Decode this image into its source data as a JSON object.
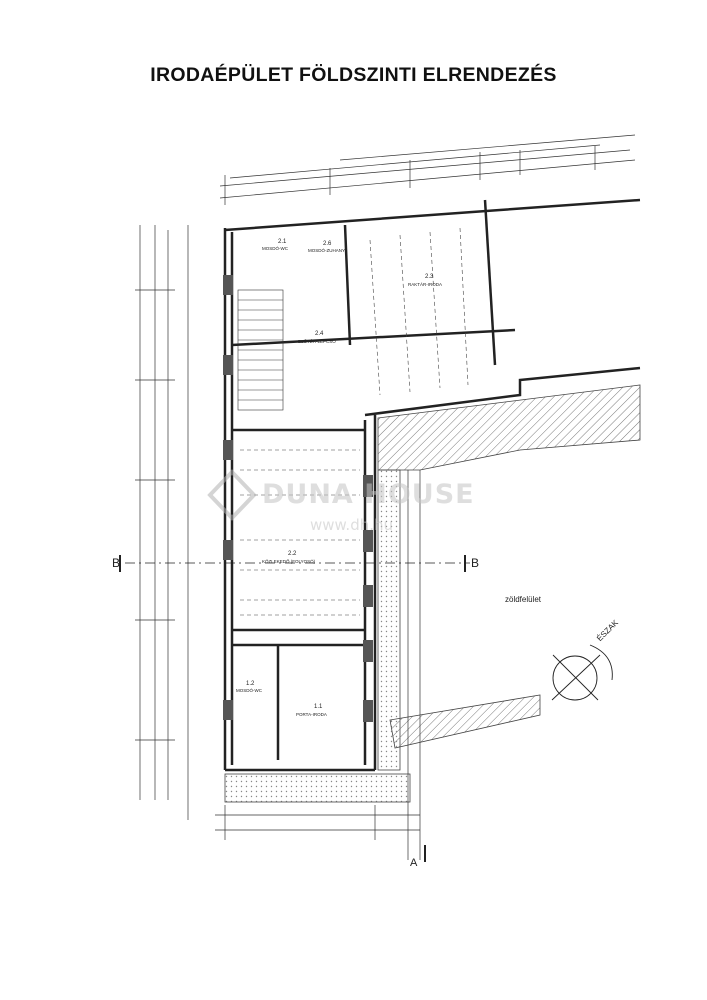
{
  "title": "IRODAÉPÜLET FÖLDSZINTI ELRENDEZÉS",
  "watermark": {
    "brand": "DUNA HOUSE",
    "url": "www.dh.hu"
  },
  "labels": {
    "section_left": "B",
    "section_right": "B",
    "section_bottom": "A",
    "north": "ÉSZAK",
    "green_area": "zöldfelület"
  },
  "rooms": [
    {
      "id": "r21",
      "num": "2.1",
      "name": "MOSDÓ-WC"
    },
    {
      "id": "r26",
      "num": "2.6",
      "name": "MOSDÓ-ZUHANY"
    },
    {
      "id": "r23",
      "num": "2.3",
      "name": "RAKTÁR-IRODA"
    },
    {
      "id": "r24",
      "num": "2.4",
      "name": "ELŐTÉR-LÉPCSŐ"
    },
    {
      "id": "r22",
      "num": "2.2",
      "name": "KÖZLEKEDŐ (FOLYOSÓ)"
    },
    {
      "id": "r12",
      "num": "1.2",
      "name": "MOSDÓ-WC"
    },
    {
      "id": "r11",
      "num": "1.1",
      "name": "PORTA-IRODA"
    }
  ],
  "colors": {
    "ink": "#222222",
    "hatch": "#8a8a8a",
    "watermark": "#c9c9c9"
  }
}
